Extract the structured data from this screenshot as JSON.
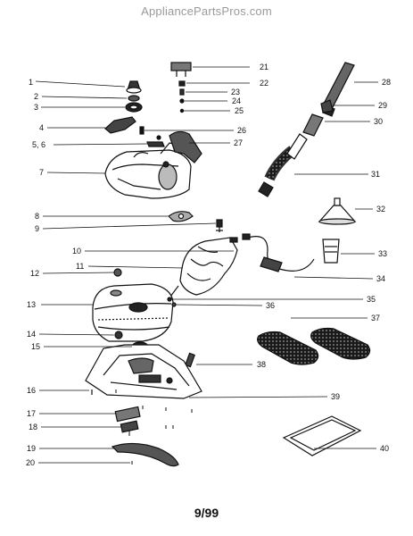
{
  "watermark": "AppliancePartsPros.com",
  "footer": "9/99",
  "callouts": [
    "1",
    "2",
    "3",
    "4",
    "5, 6",
    "7",
    "8",
    "9",
    "10",
    "11",
    "12",
    "13",
    "14",
    "15",
    "16",
    "17",
    "18",
    "19",
    "20",
    "21",
    "22",
    "23",
    "24",
    "25",
    "26",
    "27",
    "28",
    "29",
    "30",
    "31",
    "32",
    "33",
    "34",
    "35",
    "36",
    "37",
    "38",
    "39",
    "40"
  ]
}
